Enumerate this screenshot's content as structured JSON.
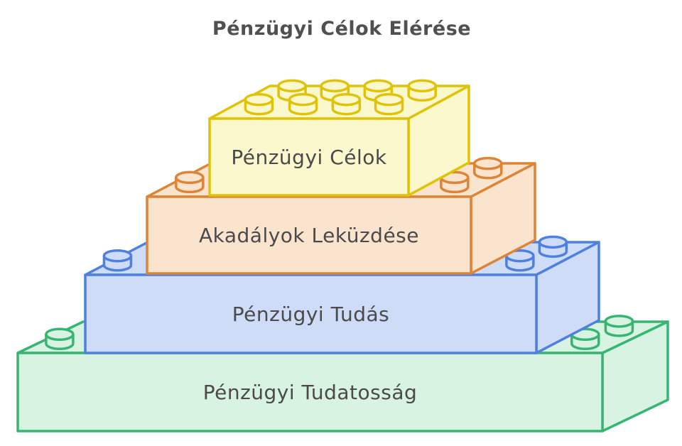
{
  "title": "Pénzügyi Célok Elérése",
  "background_color": "#ffffff",
  "title_color": "#505050",
  "label_color": "#4a4a4a",
  "bricks": [
    {
      "id": "penzugyi-tudatossag",
      "label": "Pénzügyi Tudatosság",
      "fill": "#d8f3e1",
      "stroke": "#38b573",
      "level_from_bottom": 1,
      "visible_studs": 3
    },
    {
      "id": "penzugyi-tudas",
      "label": "Pénzügyi Tudás",
      "fill": "#cedcf8",
      "stroke": "#4e80df",
      "level_from_bottom": 2,
      "visible_studs": 3
    },
    {
      "id": "akadalyok-lekuzdese",
      "label": "Akadályok Leküzdése",
      "fill": "#fbe4ce",
      "stroke": "#dd8436",
      "level_from_bottom": 3,
      "visible_studs": 3
    },
    {
      "id": "penzugyi-celok",
      "label": "Pénzügyi Célok",
      "fill": "#fbf8ce",
      "stroke": "#e0c306",
      "level_from_bottom": 4,
      "visible_studs": 8
    }
  ]
}
